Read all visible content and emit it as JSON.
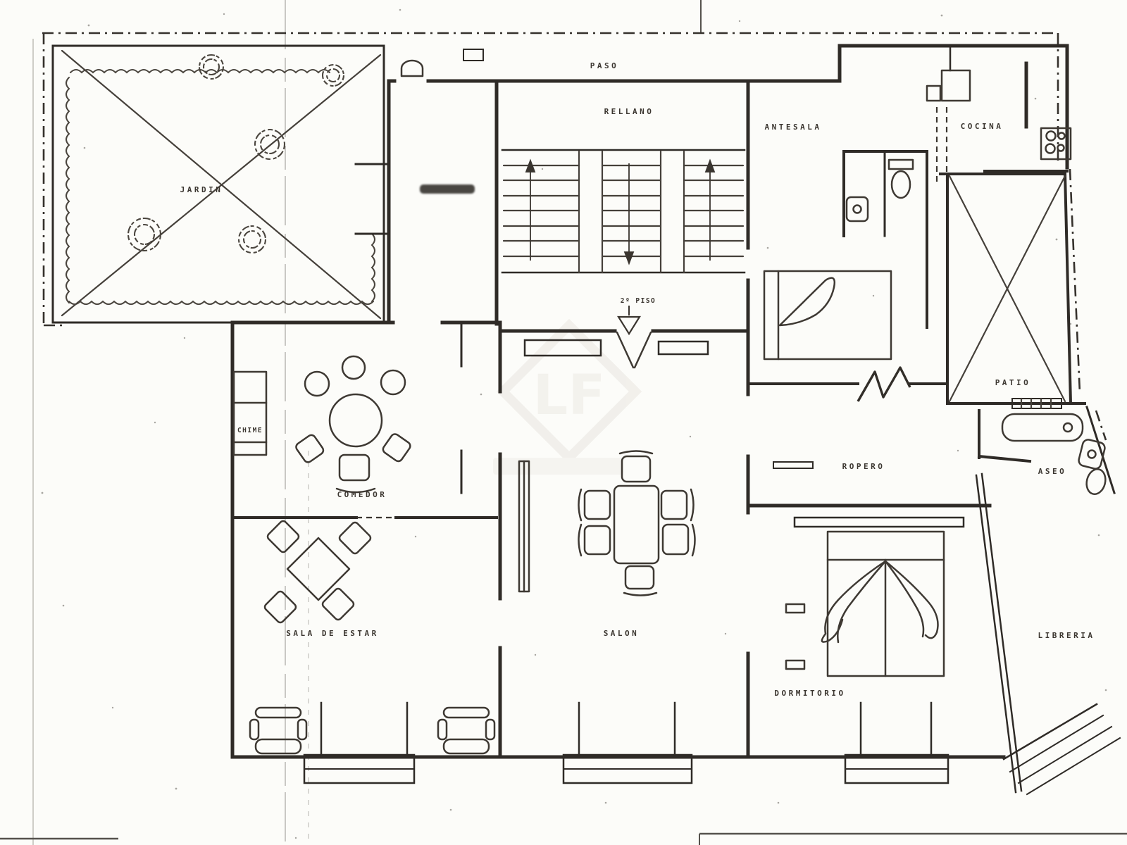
{
  "document": {
    "type": "scanned-floor-plan"
  },
  "plan": {
    "labels": {
      "paso": "PASO",
      "rellano": "RELLANO",
      "antesala": "ANTESALA",
      "cocina": "COCINA",
      "jardin": "JARDIN",
      "piso2": "2º PISO",
      "patio": "PATIO",
      "chimenea": "CHIME",
      "ropero": "ROPERO",
      "aseo": "ASEO",
      "comedor": "COMEDOR",
      "sala_de_estar": "SALA DE ESTAR",
      "salon": "SALON",
      "libreria": "LIBRERIA",
      "dormitorio": "DORMITORIO"
    },
    "watermark": {
      "initials": "LF"
    },
    "colors": {
      "ink": "#2f2b27",
      "paper": "#fcfcf9",
      "crease": "#9b9a93",
      "watermark": "#e9e6e0"
    }
  }
}
